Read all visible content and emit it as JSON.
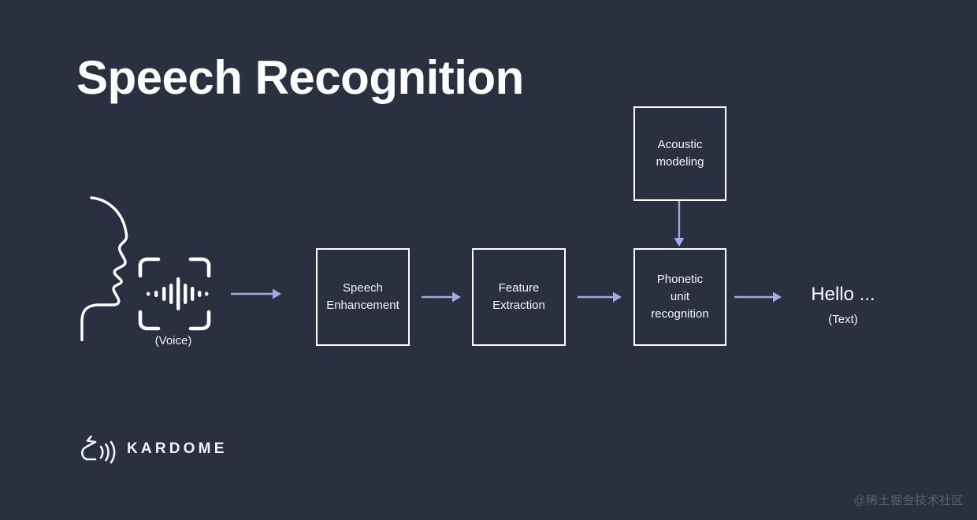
{
  "slide": {
    "title": "Speech Recognition",
    "background_color": "#2b3040",
    "text_color": "#ffffff",
    "accent_color": "#a3aae4"
  },
  "input": {
    "face_icon": "face-profile-icon",
    "voice_icon": "voice-capture-icon",
    "label": "(Voice)"
  },
  "pipeline": {
    "stages": [
      {
        "id": "speech-enhancement",
        "label": "Speech\nEnhancement"
      },
      {
        "id": "feature-extraction",
        "label": "Feature\nExtraction"
      },
      {
        "id": "phonetic-unit-recognition",
        "label": "Phonetic\nunit\nrecognition"
      }
    ],
    "side_stage": {
      "id": "acoustic-modeling",
      "label": "Acoustic\nmodeling"
    }
  },
  "arrows": {
    "voice_to_enhancement": "arrow-right-icon",
    "enhancement_to_feature": "arrow-right-icon",
    "feature_to_phonetic": "arrow-right-icon",
    "acoustic_to_phonetic": "arrow-down-icon",
    "phonetic_to_output": "arrow-right-icon",
    "color": "#a3aae4"
  },
  "output": {
    "text": "Hello ...",
    "sublabel": "(Text)"
  },
  "brand": {
    "icon": "kardome-sound-icon",
    "name": "KARDOME"
  },
  "watermark": {
    "text": "@稀土掘金技术社区"
  }
}
